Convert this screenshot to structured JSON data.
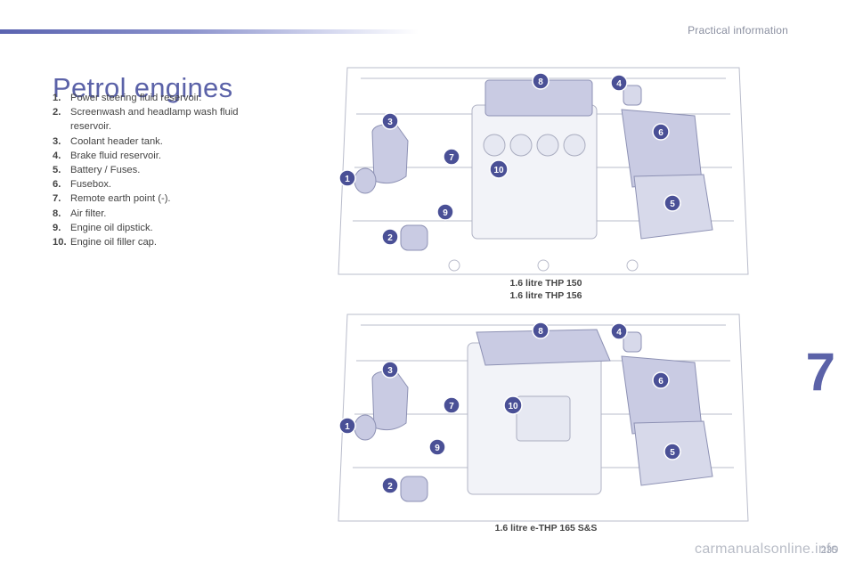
{
  "header": {
    "section_title": "Practical information"
  },
  "page": {
    "title": "Petrol engines",
    "chapter": "7",
    "page_number": "235",
    "watermark": "carmanualsonline.info"
  },
  "legend": [
    {
      "num": "1.",
      "text": "Power steering fluid reservoir."
    },
    {
      "num": "2.",
      "text": "Screenwash and headlamp wash fluid reservoir."
    },
    {
      "num": "3.",
      "text": "Coolant header tank."
    },
    {
      "num": "4.",
      "text": "Brake fluid reservoir."
    },
    {
      "num": "5.",
      "text": "Battery / Fuses."
    },
    {
      "num": "6.",
      "text": "Fusebox."
    },
    {
      "num": "7.",
      "text": "Remote earth point (-)."
    },
    {
      "num": "8.",
      "text": "Air filter."
    },
    {
      "num": "9.",
      "text": "Engine oil dipstick."
    },
    {
      "num": "10.",
      "text": "Engine oil filler cap."
    }
  ],
  "diagrams": [
    {
      "caption_line1": "1.6 litre THP 150",
      "caption_line2": "1.6 litre THP 156",
      "markers": [
        "1",
        "2",
        "3",
        "4",
        "5",
        "6",
        "7",
        "8",
        "9",
        "10"
      ]
    },
    {
      "caption_line1": "1.6 litre e-THP 165 S&S",
      "caption_line2": "",
      "markers": [
        "1",
        "2",
        "3",
        "4",
        "5",
        "6",
        "7",
        "8",
        "9",
        "10"
      ]
    }
  ],
  "colors": {
    "accent": "#5b62a8",
    "marker_fill": "#4a5096",
    "part_fill": "#c9cbe3"
  }
}
